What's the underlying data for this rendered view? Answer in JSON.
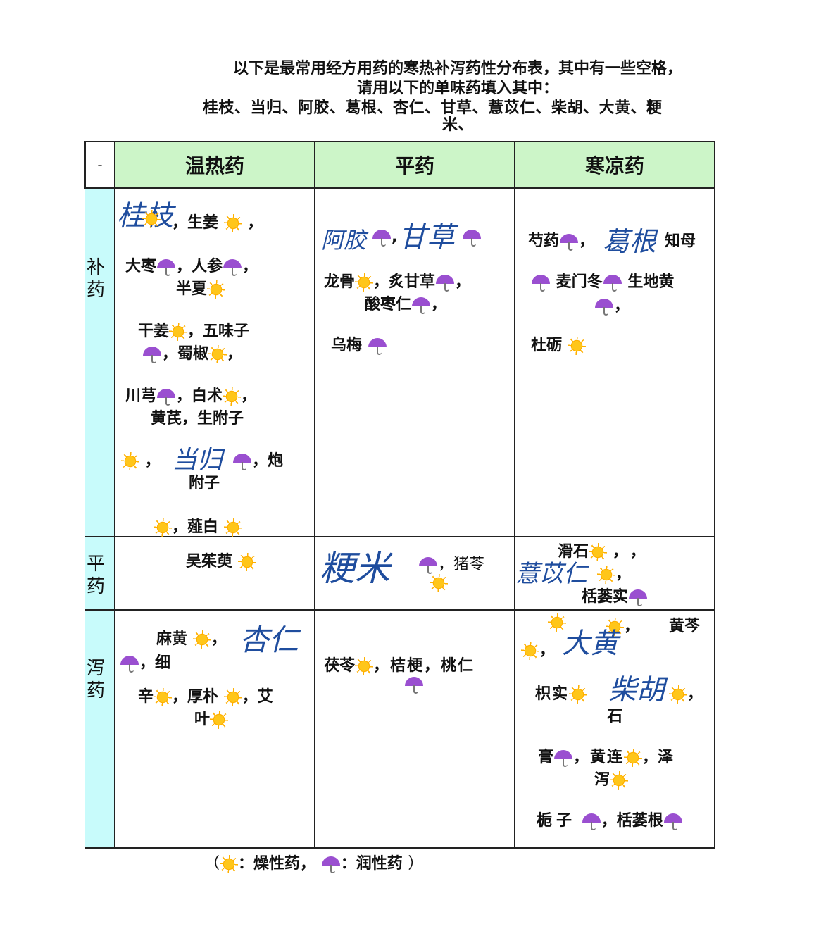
{
  "intro": {
    "line1": "以下是最常用经方用药的寒热补泻药性分布表，其中有一些空格，",
    "line2": "请用以下的单味药填入其中：",
    "line3": "桂枝、当归、阿胶、葛根、杏仁、甘草、薏苡仁、柴胡、大黄、粳",
    "line4": "米、"
  },
  "table": {
    "corner": "-",
    "headers": [
      "温热药",
      "平药",
      "寒凉药"
    ],
    "rows": [
      "补药",
      "平药",
      "泻药"
    ]
  },
  "cells": {
    "bu_wen": {
      "hw1": "桂枝",
      "t1": "，生姜",
      "t2": "，",
      "t3": "大枣",
      "t4": "，人参",
      "t5": "，",
      "t6": "半夏",
      "t7": "干姜",
      "t8": "，五味子",
      "t9": "，蜀椒",
      "t10": "，",
      "t11": "川芎",
      "t12": "，白术",
      "t13": "，",
      "t14": "黄芪，生附子",
      "t15": "，",
      "hw2": "当归",
      "t16": "，炮",
      "t17": "附子",
      "t18": "，薤白"
    },
    "bu_ping": {
      "hw1": "阿胶",
      "t1": ",",
      "hw2": "甘草",
      "t2": "龙骨",
      "t3": "，炙甘草",
      "t4": "，",
      "t5": "酸枣仁",
      "t6": "，",
      "t7": "乌梅"
    },
    "bu_han": {
      "t1": "芍药",
      "t2": "，",
      "hw1": "葛根",
      "t3": "知母",
      "t4": "麦门冬",
      "t5": "生地黄",
      "t6": "，",
      "t7": "杜砺"
    },
    "ping_wen": {
      "t1": "吴茱萸"
    },
    "ping_ping": {
      "hw1": "粳米",
      "t1": "，猪苓"
    },
    "ping_han": {
      "t1": "滑石",
      "t2": "，，",
      "hw1": "薏苡仁",
      "t3": "，",
      "t4": "栝蒌实"
    },
    "xie_wen": {
      "t1": "麻黄",
      "t2": "，",
      "hw1": "杏仁",
      "t3": "，细",
      "t4": "辛",
      "t5": "，厚朴",
      "t6": "，艾",
      "t7": "叶"
    },
    "xie_ping": {
      "t1": "茯苓",
      "t2": "，桔梗，桃仁"
    },
    "xie_han": {
      "t1": "，",
      "t2": "黄芩",
      "hw1": "大黄",
      "t3": "，",
      "t4": "枳实",
      "hw2": "柴胡",
      "t5": "，",
      "t6": "石",
      "t7": "膏",
      "t8": "，黄连",
      "t9": "，泽",
      "t10": "泻",
      "t11": "栀子",
      "t12": "，栝蒌根"
    }
  },
  "legend": {
    "open": "（",
    "sun_label": "：燥性药，",
    "umb_label": "：润性药",
    "close": "）"
  },
  "icons": {
    "sun": "sun-icon",
    "umbrella": "umbrella-icon"
  },
  "colors": {
    "header_bg": "#ccf5c8",
    "rowlabel_bg": "#c8fbfb",
    "handwriting": "#1f4d9e"
  }
}
